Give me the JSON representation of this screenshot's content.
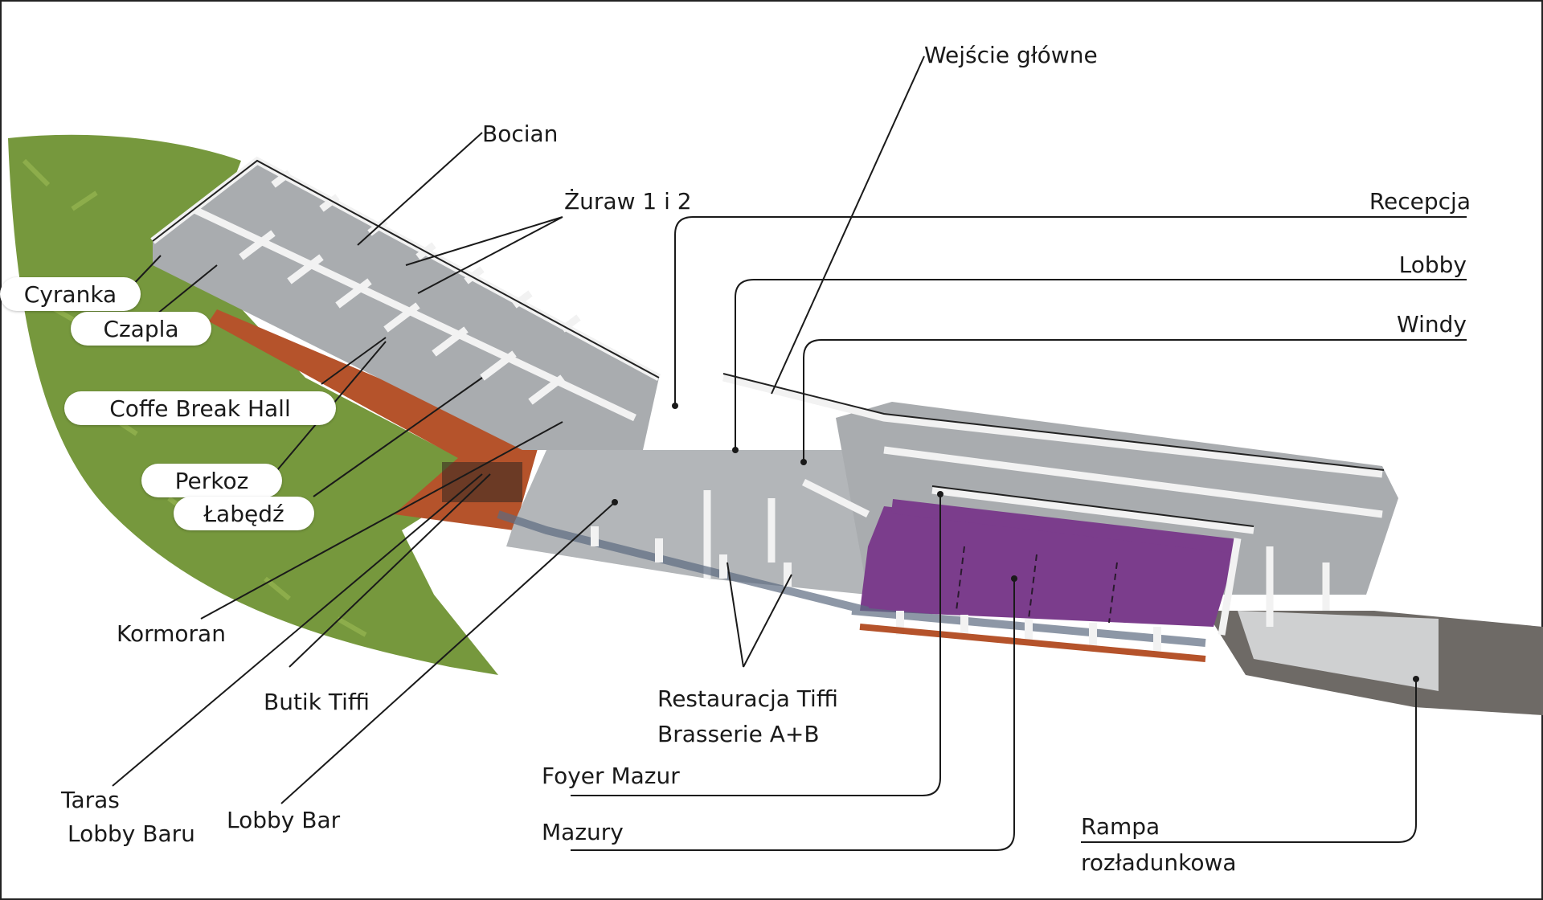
{
  "diagram": {
    "labels": {
      "wejscie": "Wejście główne",
      "bocian": "Bocian",
      "zuraw": "Żuraw 1 i 2",
      "recepcja": "Recepcja",
      "lobby": "Lobby",
      "windy": "Windy",
      "cyranka": "Cyranka",
      "czapla": "Czapla",
      "coffe": "Coffe Break Hall",
      "perkoz": "Perkoz",
      "labedz": "Łabędź",
      "kormoran": "Kormoran",
      "butik": "Butik Tiffi",
      "taras_1": "Taras",
      "taras_2": "Lobby Baru",
      "lobby_bar": "Lobby Bar",
      "restauracja_1": "Restauracja Tiffi",
      "restauracja_2": "Brasserie A+B",
      "foyer": "Foyer Mazur",
      "mazury": "Mazury",
      "rampa_1": "Rampa",
      "rampa_2": "rozładunkowa"
    },
    "colors": {
      "lawn": "#6a8f2c",
      "floor": "#a9acaf",
      "walls": "#f2f2f2",
      "terrace": "#b5532b",
      "ballroom": "#7b3d8c",
      "ramp": "#6e6a66",
      "leader": "#1a1a1a"
    }
  }
}
